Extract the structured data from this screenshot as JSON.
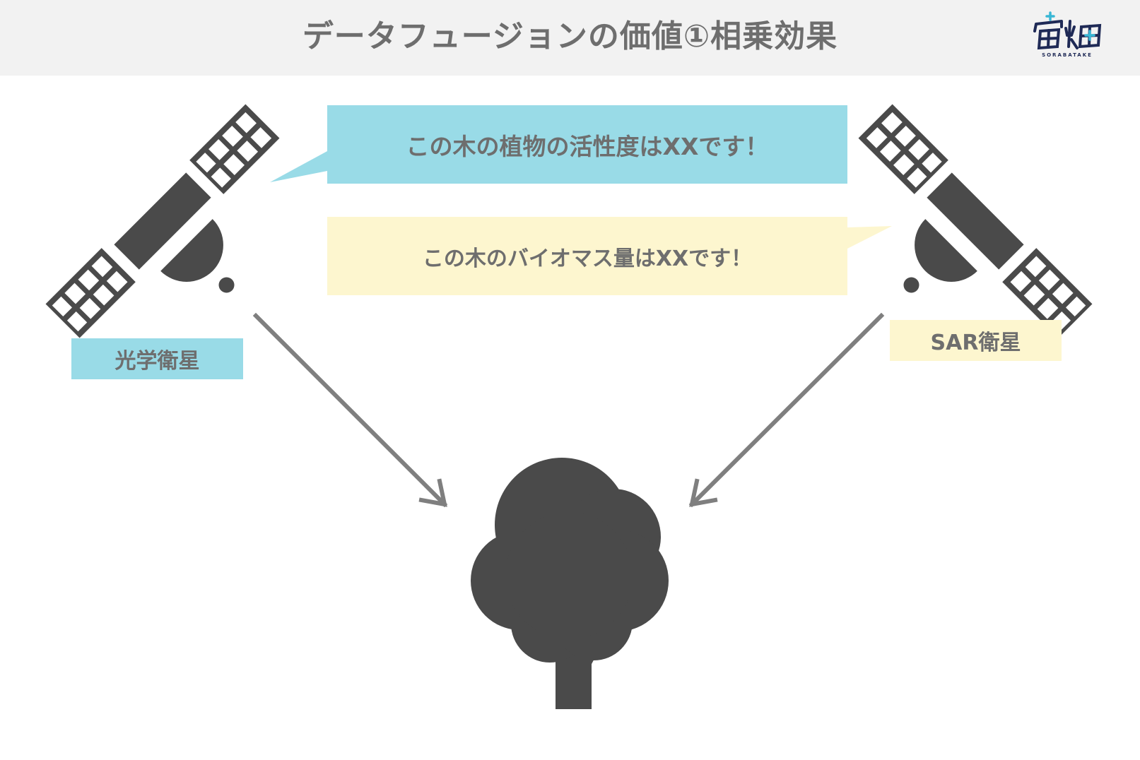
{
  "header": {
    "title": "データフュージョンの価値①相乗効果",
    "logo_text": "宙畑",
    "logo_subtext": "SORABATAKE"
  },
  "bubbles": {
    "optical": "この木の植物の活性度はXXです！",
    "sar": "この木のバイオマス量はXXです！"
  },
  "labels": {
    "optical": "光学衛星",
    "sar": "SAR衛星"
  },
  "icons": {
    "left_satellite": "satellite-icon",
    "right_satellite": "satellite-icon",
    "tree": "tree-icon",
    "arrows": "arrow-icon"
  },
  "colors": {
    "header_bg": "#f2f2f2",
    "optical": "#99dbe7",
    "sar": "#fdf6cf",
    "icon": "#4a4a4a",
    "text": "#6e6e6e",
    "arrow": "#7f7f7f"
  }
}
